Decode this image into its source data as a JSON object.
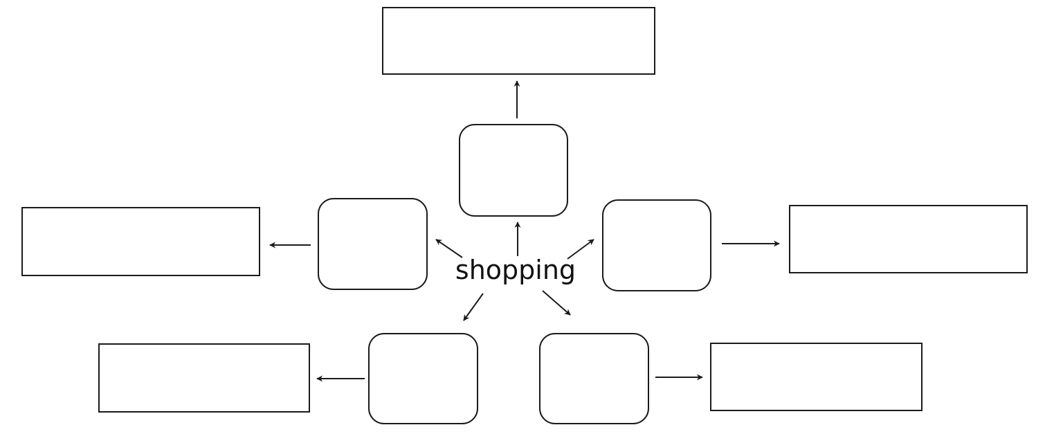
{
  "diagram": {
    "center_label": "shopping",
    "inner_boxes": [
      {
        "id": "top",
        "label": ""
      },
      {
        "id": "left",
        "label": ""
      },
      {
        "id": "right",
        "label": ""
      },
      {
        "id": "bottom-left",
        "label": ""
      },
      {
        "id": "bottom-right",
        "label": ""
      }
    ],
    "outer_boxes": [
      {
        "id": "top",
        "label": ""
      },
      {
        "id": "left",
        "label": ""
      },
      {
        "id": "right",
        "label": ""
      },
      {
        "id": "bottom-left",
        "label": ""
      },
      {
        "id": "bottom-right",
        "label": ""
      }
    ]
  },
  "colors": {
    "stroke": "#1a1a1a",
    "background": "#ffffff"
  }
}
